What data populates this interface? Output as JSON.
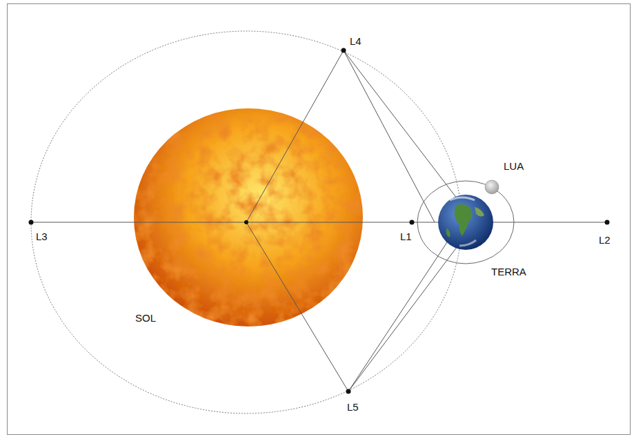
{
  "diagram": {
    "labels": [
      "L4",
      "LUA",
      "L3",
      "L1",
      "L2",
      "TERRA",
      "SOL",
      "L5"
    ]
  }
}
